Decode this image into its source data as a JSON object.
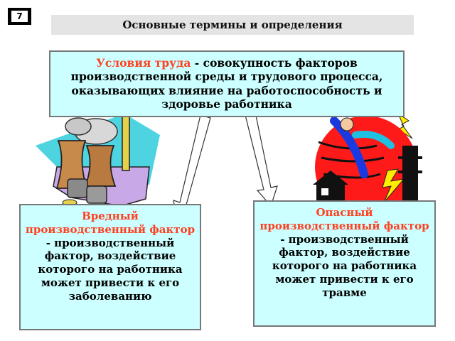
{
  "slide_number": "7",
  "title": "Основные термины и определения",
  "definition": {
    "term": "Условия труда",
    "text": " - совокупность факторов производственной среды и трудового процесса, оказывающих влияние на работоспособность и здоровье работника"
  },
  "harmful": {
    "term": "Вредный производственный фактор",
    "text": " - производственный фактор, воздействие которого на работника может привести к его заболеванию"
  },
  "dangerous": {
    "term": "Опасный производственный фактор",
    "text": " - производственный фактор, воздействие которого на работника может привести к его травме"
  },
  "colors": {
    "box_fill": "#ccffff",
    "term_accent": "#ff4020",
    "title_bar": "#e4e4e4"
  },
  "illustrations": [
    "factory-cooling-towers-clipart",
    "electric-shock-person-clipart"
  ]
}
